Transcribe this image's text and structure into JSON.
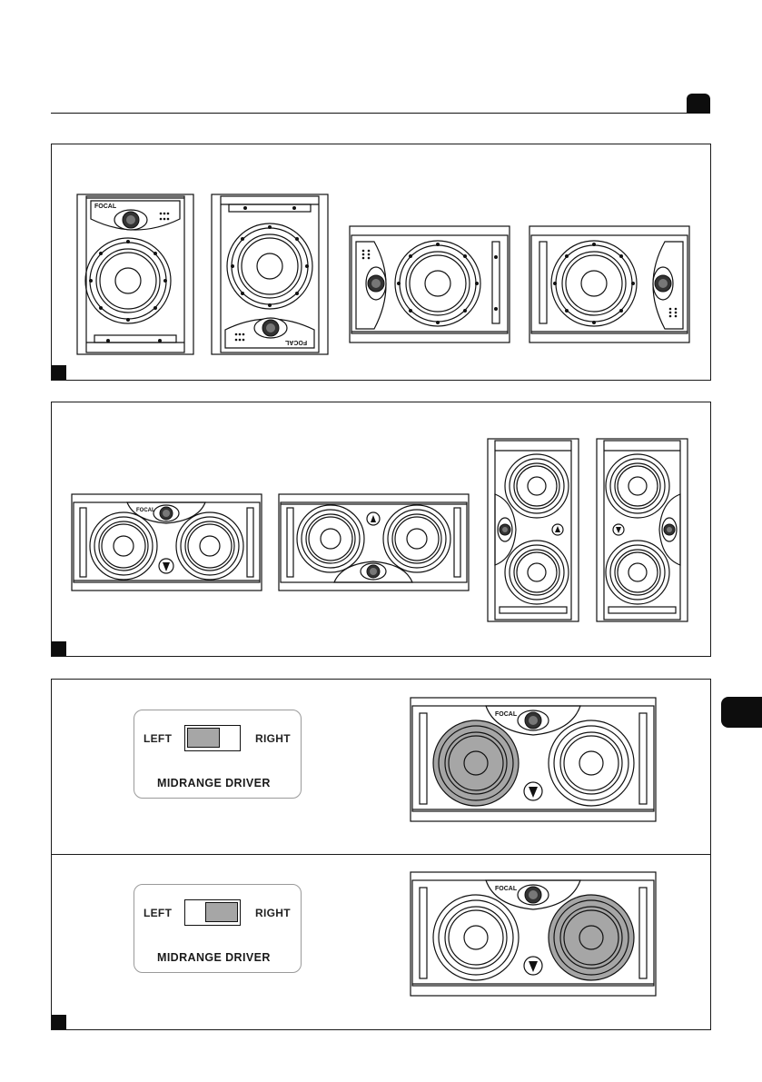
{
  "colors": {
    "ink": "#111111",
    "marker": "#0d0d0d",
    "highlight": "#a6a6a6",
    "border": "#9a9a9a"
  },
  "icons": [
    "speaker-tweeter-icon",
    "speaker-woofer-icon",
    "focal-logo-icon"
  ],
  "brand_text": "FOCAL",
  "switch_top": {
    "left_label": "LEFT",
    "right_label": "RIGHT",
    "caption": "MIDRANGE DRIVER",
    "position": "left"
  },
  "switch_bottom": {
    "left_label": "LEFT",
    "right_label": "RIGHT",
    "caption": "MIDRANGE DRIVER",
    "position": "right"
  }
}
